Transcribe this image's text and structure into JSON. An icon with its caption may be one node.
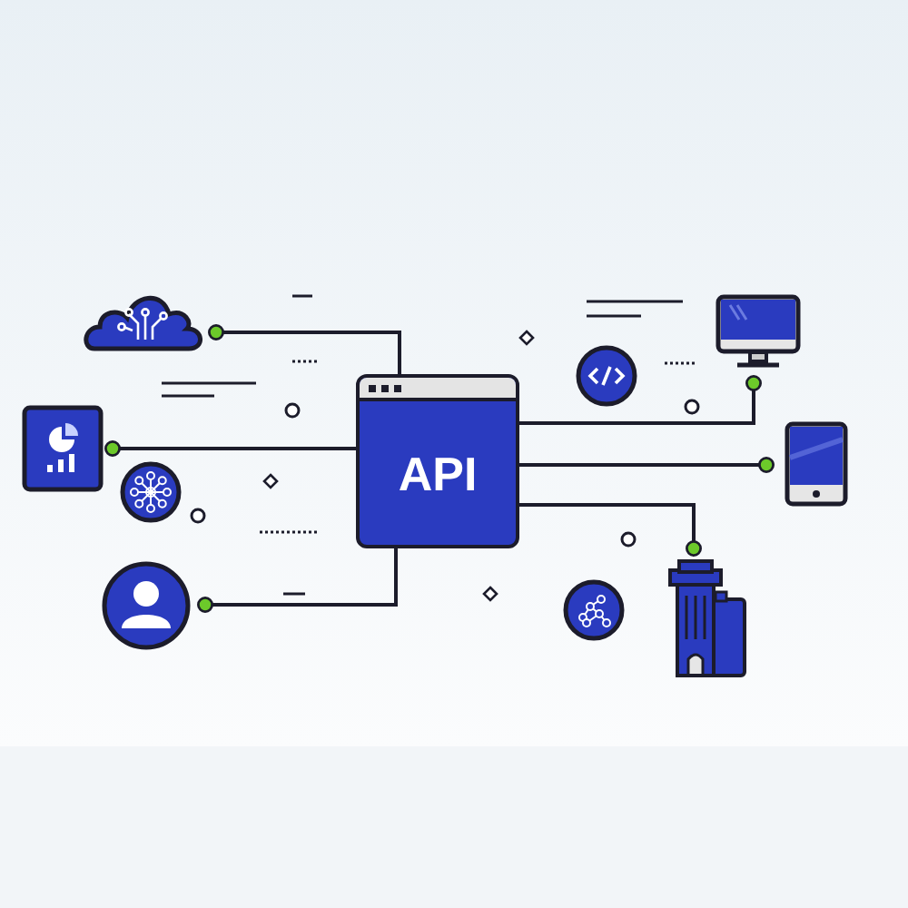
{
  "diagram": {
    "nodes": [
      {
        "text": [
          "API"
        ]
      },
      {
        "text": [],
        "shape": "cloud"
      },
      {
        "text": [],
        "shape": "picture"
      },
      {
        "text": [],
        "shape": "person"
      },
      {
        "text": [],
        "shape": "picture"
      },
      {
        "text": [],
        "shape": "picture"
      },
      {
        "text": [],
        "shape": "picture"
      }
    ],
    "edges": [
      {
        "from": 0,
        "to": 1,
        "arrow": "other"
      },
      {
        "from": 0,
        "to": 2,
        "arrow": "other"
      },
      {
        "from": 0,
        "to": 3,
        "arrow": "other"
      },
      {
        "from": 0,
        "to": 4,
        "arrow": "other"
      },
      {
        "from": 0,
        "to": 5,
        "arrow": "other"
      },
      {
        "from": 0,
        "to": 6,
        "arrow": "other"
      }
    ]
  }
}
